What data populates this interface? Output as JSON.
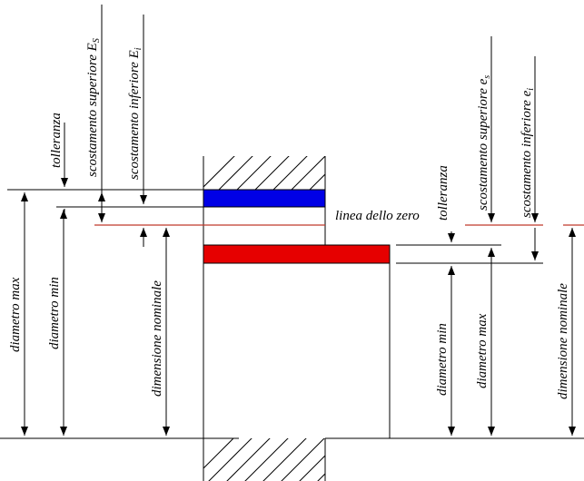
{
  "labels": {
    "tolleranza_hole": "tolleranza",
    "sc_sup_hole": "scostamento superiore E",
    "sc_sup_hole_sub": "S",
    "sc_inf_hole": "scostamento inferiore E",
    "sc_inf_hole_sub": "i",
    "linea_zero": "linea dello zero",
    "tolleranza_shaft": "tolleranza",
    "sc_sup_shaft": "scostamento superiore e",
    "sc_sup_shaft_sub": "s",
    "sc_inf_shaft": "scostamento inferiore e",
    "sc_inf_shaft_sub": "i",
    "diametro_max_left": "diametro max",
    "diametro_min_left": "diametro min",
    "dim_nom_left": "dimensione nominale",
    "diametro_min_right": "diametro min",
    "diametro_max_right": "diametro max",
    "dim_nom_right": "dimensione nominale"
  },
  "colors": {
    "hole_tolerance": "#0000e6",
    "shaft_tolerance": "#e60000",
    "zero_line": "#c0392b"
  }
}
